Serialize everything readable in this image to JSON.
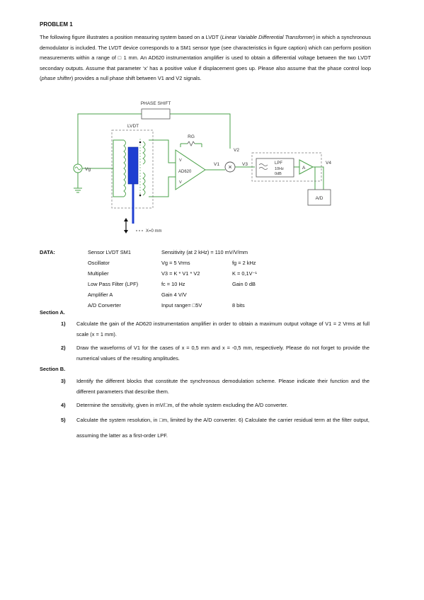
{
  "title": "PROBLEM 1",
  "intro": {
    "p1": "The following figure illustrates a position measuring system based on a LVDT (",
    "p1_italic": "Linear Variable Differential Transformer",
    "p2": ") in which a synchronous demodulator is included. The LVDT device corresponds to a SM1 sensor type (see characteristics in figure caption) which can perform position measurements within a range of □ 1 mm. An AD620 instrumentation amplifier is used to obtain a differential voltage between the two LVDT secondary outputs. Assume that parameter ‘x’ has a positive value if displacement goes up. Please also assume that the phase control loop (",
    "p2_italic": "phase shifter",
    "p3": ") provides a null phase shift between V1 and V2 signals."
  },
  "diagram": {
    "phase_shift": "PHASE SHIFT",
    "lvdt": "LVDT",
    "rg": "RG",
    "amp": "AD620",
    "v_plus": "V",
    "v_minus": "V",
    "v1": "V1",
    "v2": "V2",
    "v3": "V3",
    "v4": "V4",
    "vg": "Vg",
    "lpf": "LPF",
    "lpf_freq": "10Hz",
    "lpf_gain": "0dB",
    "amp_a": "A",
    "ad": "A/D",
    "multiplier_symbol": "×",
    "x_label": "X=0 mm"
  },
  "data": {
    "label": "DATA:",
    "rows": [
      {
        "c1": "Sensor LVDT SM1",
        "c2": "Sensitivity (at 2 kHz) = 110 mV/V/mm",
        "c3": ""
      },
      {
        "c1": "Oscillator",
        "c2": "Vg = 5 Vrms",
        "c3": "fg = 2 kHz"
      },
      {
        "c1": "Multiplier",
        "c2": "V3 = K * V1 * V2",
        "c3": "K = 0,1V⁻¹"
      },
      {
        "c1": "Low Pass Filter (LPF)",
        "c2": "fc = 10 Hz",
        "c3": "Gain 0 dB"
      },
      {
        "c1": "Amplifier A",
        "c2": "Gain 4 V/V",
        "c3": ""
      },
      {
        "c1": "A/D Converter",
        "c2": "Input range= □5V",
        "c3": "8 bits"
      }
    ]
  },
  "section_a": {
    "title": "Section A.",
    "q1": {
      "num": "1)",
      "text": "Calculate the gain of the AD620 instrumentation amplifier in order to obtain a maximum output voltage of V1 = 2 Vrms at full scale (x = 1 mm)."
    },
    "q2": {
      "num": "2)",
      "text": "Draw the waveforms of V1 for the cases of x = 0,5 mm and x = -0,5 mm, respectively. Please do not forget to provide the numerical values of the resulting amplitudes."
    }
  },
  "section_b": {
    "title": "Section B.",
    "q3": {
      "num": "3)",
      "text": "Identify the different blocks that constitute the synchronous demodulation scheme. Please indicate their function and the different parameters that describe them."
    },
    "q4": {
      "num": "4)",
      "text": "Determine the sensitivity, given in mV/□m, of the whole system excluding the A/D converter."
    },
    "q5": {
      "num": "5)",
      "text": "Calculate the system resolution, in □m, limited by the A/D converter. 6) Calculate the carrier residual term at the filter output, assuming the latter as a first-order LPF."
    }
  }
}
